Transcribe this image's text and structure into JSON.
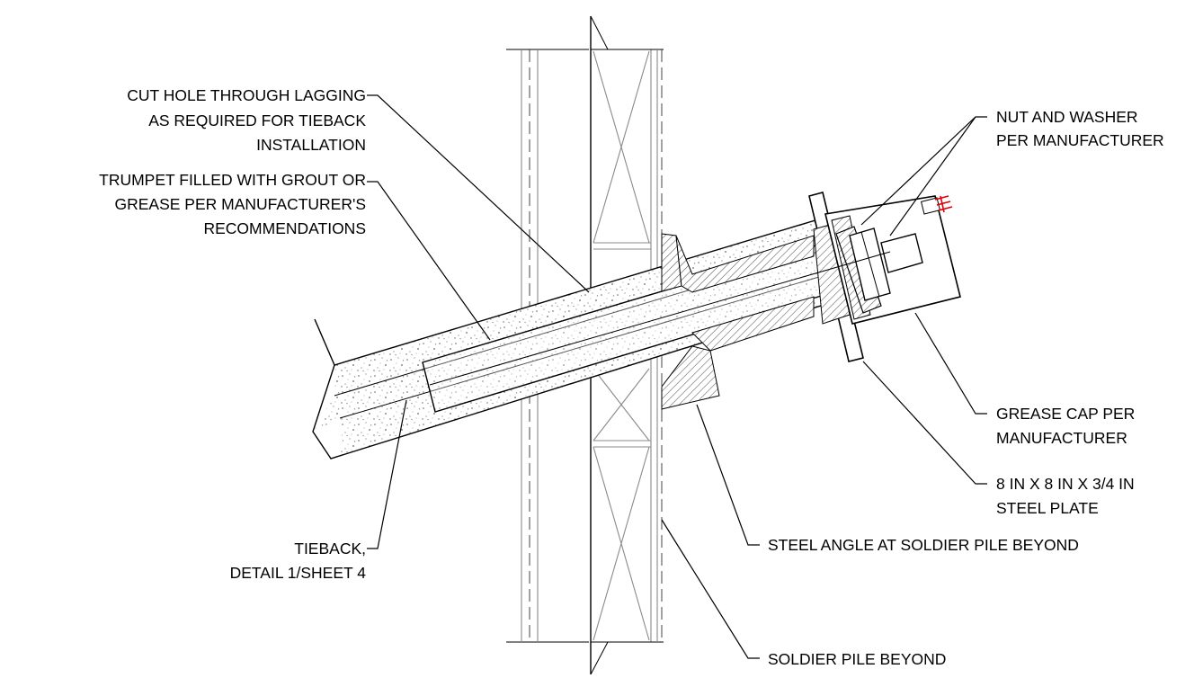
{
  "labels": {
    "cut_hole": [
      "CUT HOLE THROUGH LAGGING",
      "AS REQUIRED FOR TIEBACK",
      "INSTALLATION"
    ],
    "trumpet": [
      "TRUMPET FILLED WITH GROUT OR",
      "GREASE PER MANUFACTURER'S",
      "RECOMMENDATIONS"
    ],
    "tieback": [
      "TIEBACK,",
      "DETAIL 1/SHEET 4"
    ],
    "nut_washer": [
      "NUT AND WASHER",
      "PER MANUFACTURER"
    ],
    "grease_cap": [
      "GREASE CAP PER",
      "MANUFACTURER"
    ],
    "steel_plate": [
      "8 IN X 8 IN X 3/4 IN",
      "STEEL PLATE"
    ],
    "steel_angle": [
      "STEEL ANGLE AT SOLDIER PILE BEYOND"
    ],
    "soldier_pile": [
      "SOLDIER PILE BEYOND"
    ]
  },
  "colors": {
    "line": "#000000",
    "lagging": "#8a8a8a",
    "accent": "#e00000"
  }
}
